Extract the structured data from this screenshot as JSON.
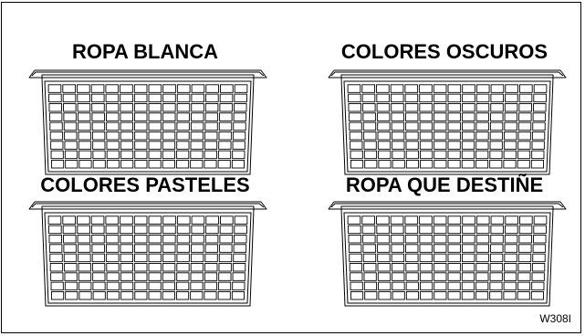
{
  "baskets": [
    {
      "label": "ROPA BLANCA"
    },
    {
      "label": "COLORES OSCUROS"
    },
    {
      "label": "COLORES PASTELES"
    },
    {
      "label": "ROPA QUE DESTIÑE"
    }
  ],
  "figure_code": "W308I",
  "icons": [
    "laundry-basket-icon"
  ],
  "colors": {
    "line": "#000000",
    "background": "#ffffff"
  }
}
